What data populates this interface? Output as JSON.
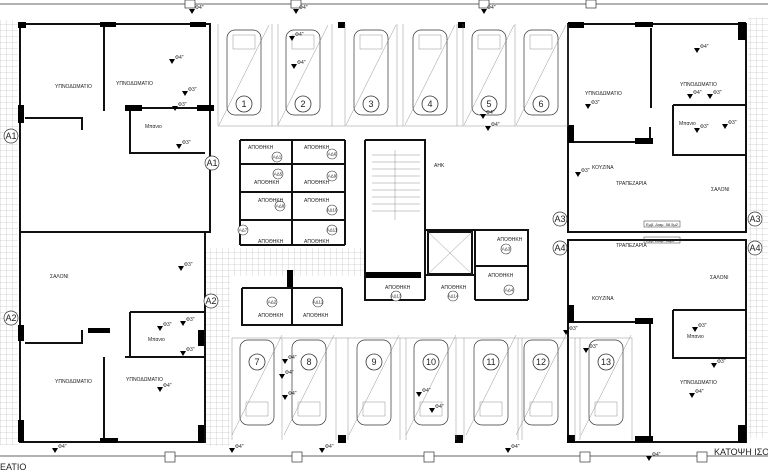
{
  "titles": {
    "bottom_left": "ΕΑΤΙΟ",
    "bottom_right": "ΚΑΤΟΨΗ ΙΣΟ"
  },
  "rooms": {
    "bedroom": "ΥΠΝΟΔΩΜΑΤΙΟ",
    "bath": "Μπανιο",
    "living": "ΣΑΛΟΝΙ",
    "kitchen": "ΚΟΥΖΙΝΑ",
    "dining": "ΤΡΑΠΕΖΑΡΙΑ",
    "storage": "ΑΠΟΘΗΚΗ",
    "meter": "ΑΗΚ"
  },
  "parking": [
    "1",
    "2",
    "3",
    "4",
    "5",
    "6",
    "7",
    "8",
    "9",
    "10",
    "11",
    "12",
    "13"
  ],
  "storage_codes": [
    "ΑΔ1",
    "ΑΔ2",
    "ΑΔ3",
    "ΑΔ4",
    "ΑΔ5",
    "ΑΔ6",
    "ΑΔ7",
    "ΑΔ8",
    "ΑΔ9",
    "ΑΔ10",
    "ΑΔ11",
    "ΑΔ12",
    "ΑΔ13",
    "ΑΔ14"
  ],
  "sections": [
    "A1",
    "A2",
    "A3",
    "A4"
  ],
  "pipes": {
    "d4": "Φ4\"",
    "d3": "Φ3\""
  },
  "area_tags": [
    "Εμβ. Διαμ. 58.5μ2",
    "Εμβ. Διαμ. 58μ2"
  ],
  "colors": {
    "wall": "#111111",
    "line": "#333333",
    "background": "#ffffff"
  }
}
